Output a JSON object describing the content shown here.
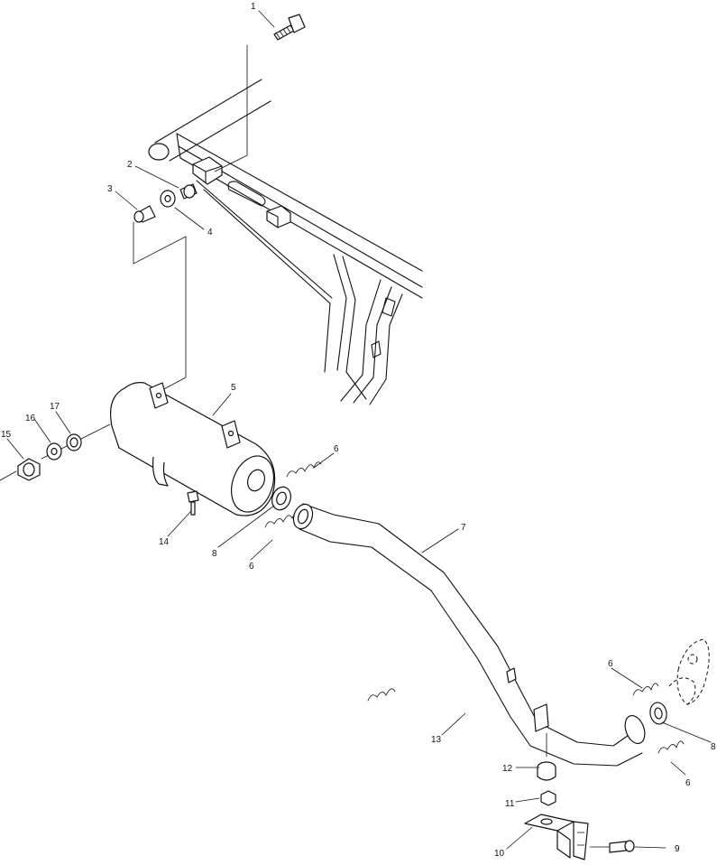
{
  "diagram": {
    "callouts": [
      {
        "id": "c1",
        "text": "1"
      },
      {
        "id": "c2",
        "text": "2"
      },
      {
        "id": "c3",
        "text": "3"
      },
      {
        "id": "c4",
        "text": "4"
      },
      {
        "id": "c5a",
        "text": "5"
      },
      {
        "id": "c6a",
        "text": "6"
      },
      {
        "id": "c6b",
        "text": "6"
      },
      {
        "id": "c6c",
        "text": "6"
      },
      {
        "id": "c6d",
        "text": "6"
      },
      {
        "id": "c7",
        "text": "7"
      },
      {
        "id": "c8",
        "text": "8"
      },
      {
        "id": "c8b",
        "text": "8"
      },
      {
        "id": "c9",
        "text": "9"
      },
      {
        "id": "c10",
        "text": "10"
      },
      {
        "id": "c11",
        "text": "11"
      },
      {
        "id": "c12",
        "text": "12"
      },
      {
        "id": "c13",
        "text": "13"
      },
      {
        "id": "c14",
        "text": "14"
      },
      {
        "id": "c15",
        "text": "15"
      },
      {
        "id": "c16",
        "text": "16"
      },
      {
        "id": "c17",
        "text": "17"
      }
    ]
  }
}
